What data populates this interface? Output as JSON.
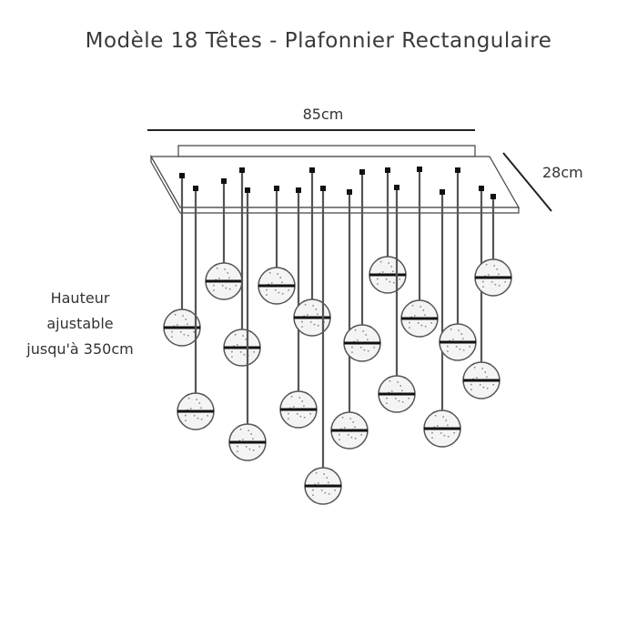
{
  "title": "Modèle 18 Têtes - Plafonnier Rectangulaire",
  "dimensions": {
    "width_label": "85cm",
    "depth_label": "28cm",
    "height_note_line1": "Hauteur",
    "height_note_line2": "ajustable",
    "height_note_line3": "jusqu'à 350cm"
  },
  "colors": {
    "line": "#222222",
    "globe": "#555555",
    "band": "#111111"
  },
  "pendants": [
    {
      "id": 1
    },
    {
      "id": 2
    },
    {
      "id": 3
    },
    {
      "id": 4
    },
    {
      "id": 5
    },
    {
      "id": 6
    },
    {
      "id": 7
    },
    {
      "id": 8
    },
    {
      "id": 9
    },
    {
      "id": 10
    },
    {
      "id": 11
    },
    {
      "id": 12
    },
    {
      "id": 13
    },
    {
      "id": 14
    },
    {
      "id": 15
    },
    {
      "id": 16
    },
    {
      "id": 17
    },
    {
      "id": 18
    }
  ]
}
